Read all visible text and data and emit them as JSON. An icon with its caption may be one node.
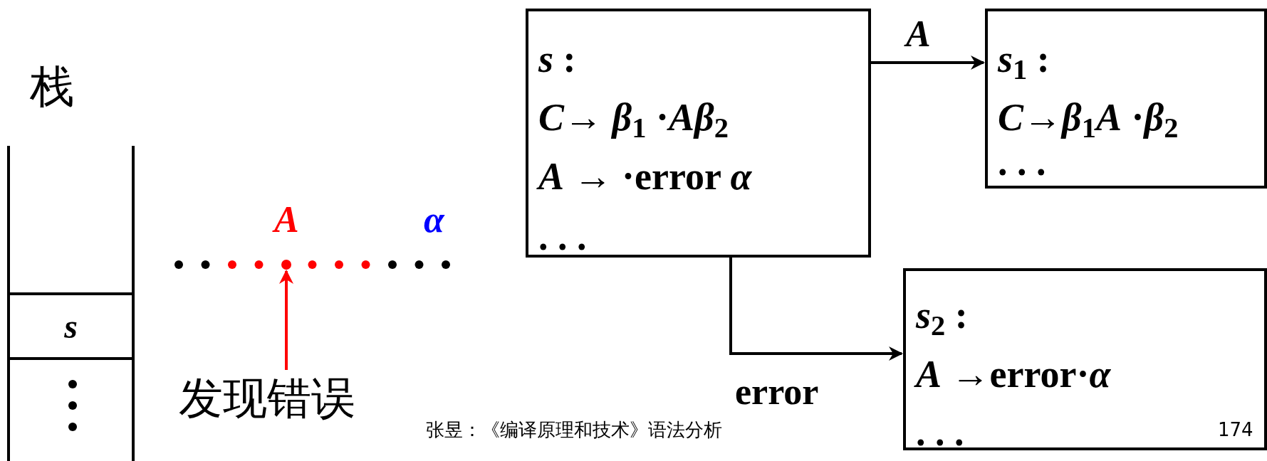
{
  "diagram": {
    "nodes": [
      {
        "text": [
          "*s*"
        ]
      },
      {
        "text": [],
        "shape": "circle"
      },
      {
        "text": [
          "发现错误"
        ]
      },
      {
        "text": [
          "*s* :",
          "*C*→ *β*$_{1}$ ·*Aβ*$_{2}$",
          "*A* → ·error *α*",
          ". . ."
        ]
      },
      {
        "text": [
          "*s*$_{1}$ :",
          "*C*→*β*$_{1}$*A* ·*β*$_{2}$",
          ". . ."
        ]
      },
      {
        "text": [
          "*s*$_{2}$ :",
          "*A* →error·*α*",
          ". . ."
        ]
      }
    ],
    "edges": [
      {
        "from": 3,
        "to": 4,
        "arrow": "to",
        "label": "*A*"
      },
      {
        "from": 3,
        "to": 5,
        "arrow": "to",
        "label": "error"
      },
      {
        "from": 2,
        "to": 1,
        "arrow": "to",
        "color": "#ff0000"
      }
    ],
    "labels": [
      "栈",
      "*A*",
      "*α*",
      "张昱：《编译原理和技术》语法分析",
      "174"
    ]
  }
}
